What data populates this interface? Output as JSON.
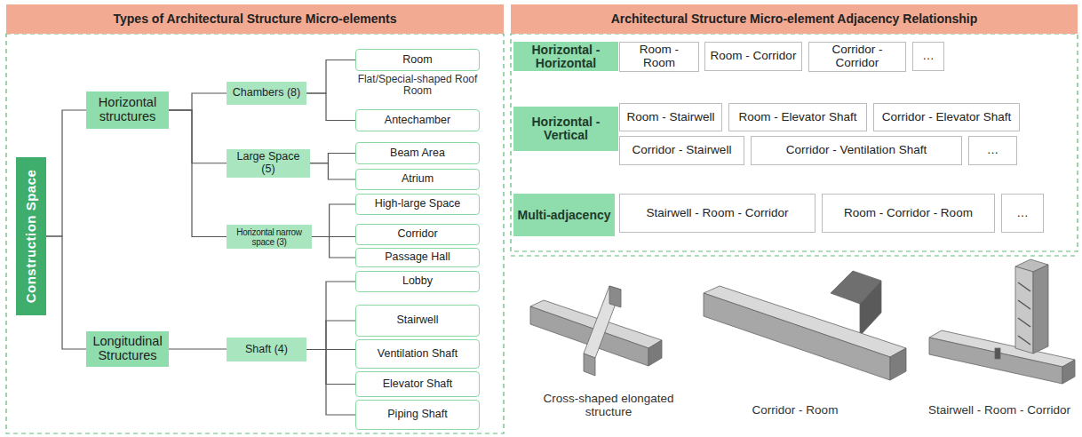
{
  "diagram": {
    "nodes": [
      {
        "text": [
          "Types of Architectural Structure Micro-elements"
        ]
      },
      {
        "text": [
          "Construction Space"
        ]
      },
      {
        "text": [
          "Horizontal structures"
        ]
      },
      {
        "text": [
          "Longitudinal Structures"
        ]
      },
      {
        "text": [
          "Chambers (8)"
        ]
      },
      {
        "text": [
          "Large Space (5)"
        ]
      },
      {
        "text": [
          "Horizontal narrow space (3)"
        ]
      },
      {
        "text": [
          "Shaft (4)"
        ]
      },
      {
        "text": [
          "Room"
        ]
      },
      {
        "text": [
          "Antechamber"
        ]
      },
      {
        "text": [
          "Beam Area"
        ]
      },
      {
        "text": [
          "Atrium"
        ]
      },
      {
        "text": [
          "High-large Space"
        ]
      },
      {
        "text": [
          "Corridor"
        ]
      },
      {
        "text": [
          "Passage Hall"
        ]
      },
      {
        "text": [
          "Lobby"
        ]
      },
      {
        "text": [
          "Stairwell"
        ]
      },
      {
        "text": [
          "Ventilation Shaft"
        ]
      },
      {
        "text": [
          "Elevator Shaft"
        ]
      },
      {
        "text": [
          "Piping Shaft"
        ]
      },
      {
        "text": [
          "Architectural Structure Micro-element Adjacency Relationship"
        ]
      },
      {
        "text": [
          "Horizontal - Horizontal"
        ]
      },
      {
        "text": [
          "Room - Room"
        ]
      },
      {
        "text": [
          "Room - Corridor"
        ]
      },
      {
        "text": [
          "Corridor - Corridor"
        ]
      },
      {
        "text": [
          "…"
        ]
      },
      {
        "text": [
          "Horizontal - Vertical"
        ]
      },
      {
        "text": [
          "Room - Stairwell"
        ]
      },
      {
        "text": [
          "Room - Elevator Shaft"
        ]
      },
      {
        "text": [
          "Corridor - Elevator Shaft"
        ]
      },
      {
        "text": [
          "Corridor - Stairwell"
        ]
      },
      {
        "text": [
          "Corridor - Ventilation Shaft"
        ]
      },
      {
        "text": [
          "…"
        ]
      },
      {
        "text": [
          "Multi-adjacency"
        ]
      },
      {
        "text": [
          "Stairwell - Room - Corridor"
        ]
      },
      {
        "text": [
          "Room - Corridor - Room"
        ]
      },
      {
        "text": [
          "…"
        ]
      }
    ],
    "edges": [
      {
        "from": 1,
        "to": 2,
        "arrow": "none"
      },
      {
        "from": 1,
        "to": 3,
        "arrow": "none"
      },
      {
        "from": 2,
        "to": 4,
        "arrow": "none"
      },
      {
        "from": 2,
        "to": 5,
        "arrow": "none"
      },
      {
        "from": 2,
        "to": 6,
        "arrow": "none"
      },
      {
        "from": 3,
        "to": 7,
        "arrow": "none"
      },
      {
        "from": 4,
        "to": 8,
        "arrow": "none"
      },
      {
        "from": 4,
        "to": 9,
        "arrow": "none"
      },
      {
        "from": 5,
        "to": 10,
        "arrow": "none"
      },
      {
        "from": 5,
        "to": 11,
        "arrow": "none"
      },
      {
        "from": 6,
        "to": 12,
        "arrow": "none"
      },
      {
        "from": 6,
        "to": 13,
        "arrow": "none"
      },
      {
        "from": 6,
        "to": 14,
        "arrow": "none"
      },
      {
        "from": 7,
        "to": 15,
        "arrow": "none"
      },
      {
        "from": 7,
        "to": 16,
        "arrow": "none"
      },
      {
        "from": 7,
        "to": 17,
        "arrow": "none"
      },
      {
        "from": 7,
        "to": 18,
        "arrow": "none"
      },
      {
        "from": 7,
        "to": 19,
        "arrow": "none"
      }
    ],
    "labels": [
      "Flat/Special-shaped Roof Room",
      "Cross-shaped elongated structure",
      "Corridor - Room",
      "Stairwell - Room - Corridor"
    ]
  }
}
